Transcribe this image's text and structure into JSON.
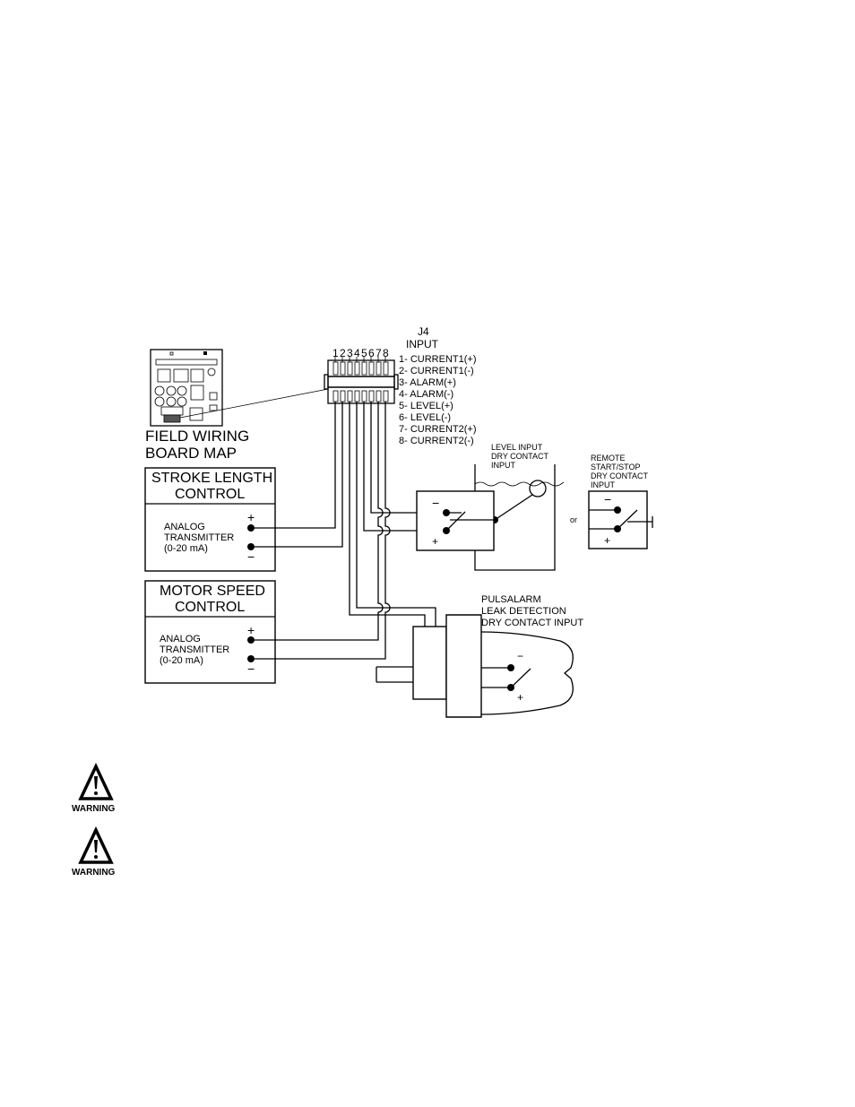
{
  "header": {
    "connector_id": "J4",
    "connector_label": "INPUT",
    "pin_numbers": [
      "1",
      "2",
      "3",
      "4",
      "5",
      "6",
      "7",
      "8"
    ]
  },
  "pin_legend": [
    "1- CURRENT1(+)",
    "2- CURRENT1(-)",
    "3- ALARM(+)",
    "4- ALARM(-)",
    "5- LEVEL(+)",
    "6- LEVEL(-)",
    "7- CURRENT2(+)",
    "8- CURRENT2(-)"
  ],
  "board_map": {
    "title_line1": "FIELD WIRING",
    "title_line2": "BOARD MAP"
  },
  "stroke_control": {
    "title_line1": "STROKE LENGTH",
    "title_line2": "CONTROL",
    "desc_line1": "ANALOG",
    "desc_line2": "TRANSMITTER",
    "desc_line3": "(0-20 mA)",
    "plus": "+",
    "minus": "−"
  },
  "motor_control": {
    "title_line1": "MOTOR SPEED",
    "title_line2": "CONTROL",
    "desc_line1": "ANALOG",
    "desc_line2": "TRANSMITTER",
    "desc_line3": "(0-20 mA)",
    "plus": "+",
    "minus": "−"
  },
  "level_input": {
    "line1": "LEVEL INPUT",
    "line2": "DRY CONTACT",
    "line3": "INPUT",
    "minus": "−",
    "plus": "+"
  },
  "remote_input": {
    "line1": "REMOTE",
    "line2": "START/STOP",
    "line3": "DRY CONTACT",
    "line4": "INPUT",
    "minus": "−",
    "plus": "+",
    "or": "or"
  },
  "pulsalarm": {
    "line1": "PULSALARM",
    "line2": "LEAK DETECTION",
    "line3": "DRY CONTACT INPUT",
    "minus": "−",
    "plus": "+"
  },
  "warnings": [
    {
      "label": "WARNING",
      "icon": "warning-triangle-icon"
    },
    {
      "label": "WARNING",
      "icon": "warning-triangle-icon"
    }
  ]
}
